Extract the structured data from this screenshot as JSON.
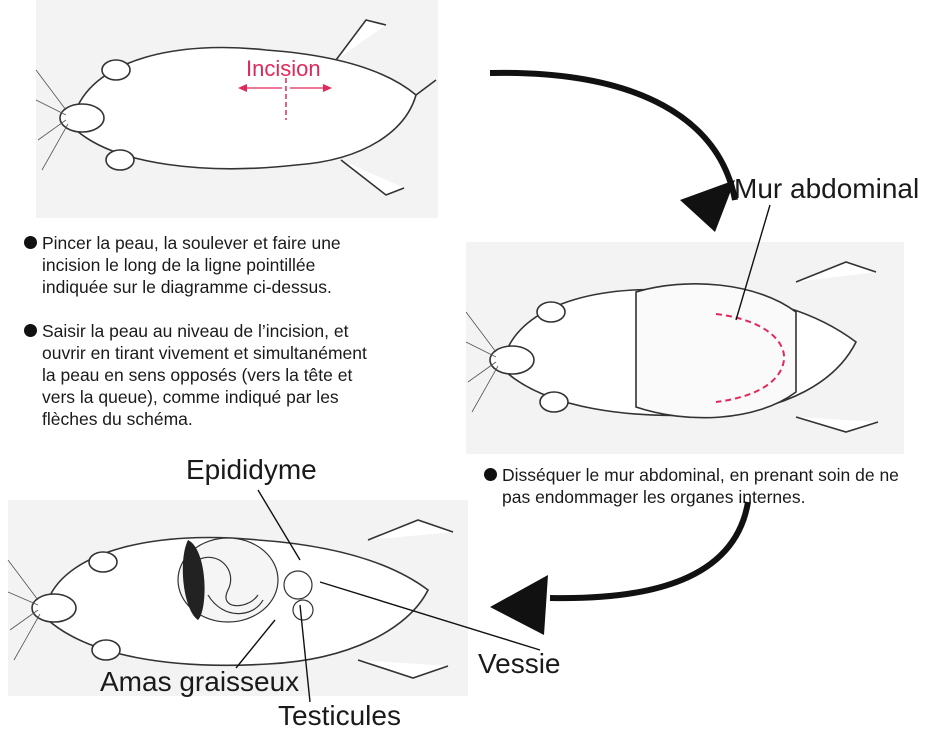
{
  "labels": {
    "incision": "Incision",
    "abdominal_wall": "Mur abdominal",
    "epididymis": "Epididyme",
    "bladder": "Vessie",
    "fat_pad": "Amas graisseux",
    "testicles": "Testicules"
  },
  "steps": [
    {
      "text": "Pincer la peau, la soulever et faire une incision le long de la ligne pointillée indiquée sur le diagramme ci-dessus."
    },
    {
      "text": "Saisir la peau au niveau de l’incision, et ouvrir en tirant vivement et simultanément la peau en sens opposés (vers la tête et vers la queue), comme indiqué par les flèches du schéma."
    },
    {
      "text": "Disséquer le mur abdominal, en prenant soin de ne pas endommager les organes internes."
    }
  ],
  "colors": {
    "accent": "#e0295a",
    "ink": "#111111",
    "panel": "#f3f3f3"
  }
}
